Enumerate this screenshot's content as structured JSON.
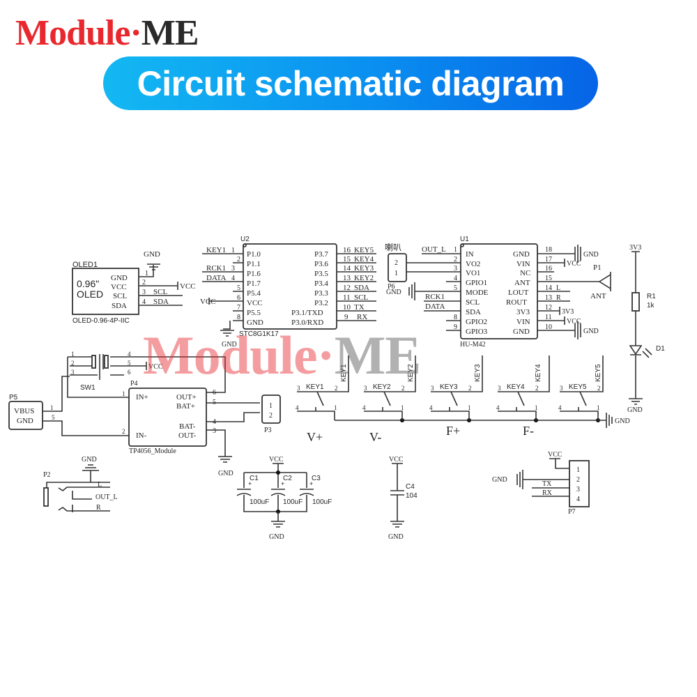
{
  "header": {
    "brand_part1": "Module",
    "brand_dot": "·",
    "brand_part2": "ME",
    "banner_title": "Circuit schematic diagram",
    "colors": {
      "brand_red": "#e8282e",
      "brand_dark": "#2a2a2a",
      "banner_start": "#13b8f2",
      "banner_end": "#0664e6"
    }
  },
  "watermark": {
    "part1": "Module",
    "dot": "·",
    "part2": "ME"
  },
  "oled": {
    "ref": "OLED1",
    "line1": "0.96\"",
    "line2": "OLED",
    "footprint": "OLED-0.96-4P-IIC",
    "pins": [
      "GND",
      "VCC",
      "SCL",
      "SDA"
    ],
    "pin_numbers": [
      "1",
      "2",
      "3",
      "4"
    ],
    "nets": {
      "gnd": "GND",
      "vcc": "VCC",
      "scl": "SCL",
      "sda": "SDA"
    }
  },
  "u2": {
    "ref": "U2",
    "part": "STC8G1K17",
    "gnd_label": "GND",
    "left_pins": [
      {
        "num": "1",
        "name": "P1.0",
        "net": "KEY1"
      },
      {
        "num": "2",
        "name": "P1.1",
        "net": ""
      },
      {
        "num": "3",
        "name": "P1.6",
        "net": "RCK1"
      },
      {
        "num": "4",
        "name": "P1.7",
        "net": "DATA"
      },
      {
        "num": "5",
        "name": "P5.4",
        "net": ""
      },
      {
        "num": "6",
        "name": "VCC",
        "net": "VCC"
      },
      {
        "num": "7",
        "name": "P5.5",
        "net": ""
      },
      {
        "num": "8",
        "name": "GND",
        "net": ""
      }
    ],
    "right_pins": [
      {
        "num": "16",
        "name": "P3.7",
        "net": "KEY5"
      },
      {
        "num": "15",
        "name": "P3.6",
        "net": "KEY4"
      },
      {
        "num": "14",
        "name": "P3.5",
        "net": "KEY3"
      },
      {
        "num": "13",
        "name": "P3.4",
        "net": "KEY2"
      },
      {
        "num": "12",
        "name": "P3.3",
        "net": "SDA"
      },
      {
        "num": "11",
        "name": "P3.2",
        "net": "SCL"
      },
      {
        "num": "10",
        "name": "P3.1/TXD",
        "net": "TX"
      },
      {
        "num": "9",
        "name": "P3.0/RXD",
        "net": "RX"
      }
    ]
  },
  "u1": {
    "ref": "U1",
    "part": "HU-M42",
    "left_pins": [
      {
        "num": "1",
        "name": "IN",
        "net": "OUT_L"
      },
      {
        "num": "2",
        "name": "VO2",
        "net": ""
      },
      {
        "num": "3",
        "name": "VO1",
        "net": ""
      },
      {
        "num": "4",
        "name": "GPIO1",
        "net": ""
      },
      {
        "num": "5",
        "name": "MODE",
        "net": "GND"
      },
      {
        "num": "6",
        "name": "SCL",
        "net": "RCK1"
      },
      {
        "num": "7",
        "name": "SDA",
        "net": "DATA"
      },
      {
        "num": "8",
        "name": "GPIO2",
        "net": ""
      },
      {
        "num": "9",
        "name": "GPIO3",
        "net": ""
      }
    ],
    "right_pins": [
      {
        "num": "18",
        "name": "GND",
        "net": "GND"
      },
      {
        "num": "17",
        "name": "VIN",
        "net": "VCC"
      },
      {
        "num": "16",
        "name": "NC",
        "net": ""
      },
      {
        "num": "15",
        "name": "ANT",
        "net": ""
      },
      {
        "num": "14",
        "name": "LOUT",
        "net": "L"
      },
      {
        "num": "13",
        "name": "ROUT",
        "net": "R"
      },
      {
        "num": "12",
        "name": "3V3",
        "net": "3V3"
      },
      {
        "num": "11",
        "name": "VIN",
        "net": "VCC"
      },
      {
        "num": "10",
        "name": "GND",
        "net": "GND"
      }
    ]
  },
  "speaker": {
    "label": "喇叭",
    "ref": "P6",
    "pins": [
      "2",
      "1"
    ],
    "gnd": "GND"
  },
  "antenna": {
    "ref": "P1",
    "label": "ANT"
  },
  "led_branch": {
    "supply": "3V3",
    "resistor_ref": "R1",
    "resistor_value": "1k",
    "diode_ref": "D1",
    "gnd": "GND"
  },
  "power": {
    "sw_ref": "SW1",
    "sw_pins": [
      "1",
      "2",
      "3",
      "4",
      "5",
      "6"
    ],
    "sw_vcc": "VCC",
    "usb_ref": "P5",
    "usb_pins": [
      "VBUS",
      "GND"
    ],
    "usb_pin_numbers": [
      "1",
      "5"
    ],
    "charger_ref": "P4",
    "charger_part": "TP4056_Module",
    "charger_left": [
      {
        "num": "1",
        "name": "IN+"
      },
      {
        "num": "2",
        "name": "IN-"
      }
    ],
    "charger_right": [
      {
        "num": "6",
        "name": "OUT+"
      },
      {
        "num": "5",
        "name": "BAT+"
      },
      {
        "num": "4",
        "name": "BAT-"
      },
      {
        "num": "3",
        "name": "OUT-"
      }
    ],
    "battery_ref": "P3",
    "battery_pins": [
      "1",
      "2"
    ],
    "gnd": "GND"
  },
  "keys": {
    "items": [
      {
        "ref": "KEY1",
        "net": "KEY1",
        "function": "V+"
      },
      {
        "ref": "KEY2",
        "net": "KEY2",
        "function": "V-"
      },
      {
        "ref": "KEY3",
        "net": "KEY3",
        "function": "F+"
      },
      {
        "ref": "KEY4",
        "net": "KEY4",
        "function": "F-"
      },
      {
        "ref": "KEY5",
        "net": "KEY5",
        "function": ""
      }
    ],
    "pin_numbers": [
      "3",
      "2",
      "4",
      "1"
    ],
    "gnd": "GND"
  },
  "jack": {
    "ref": "P2",
    "gnd": "GND",
    "l": "L",
    "out": "OUT_L",
    "r": "R"
  },
  "caps": {
    "vcc": "VCC",
    "gnd": "GND",
    "items": [
      {
        "ref": "C1",
        "value": "100uF"
      },
      {
        "ref": "C2",
        "value": "100uF"
      },
      {
        "ref": "C3",
        "value": "100uF"
      }
    ],
    "c4": {
      "ref": "C4",
      "value": "104",
      "vcc": "VCC",
      "gnd": "GND"
    }
  },
  "uart": {
    "ref": "P7",
    "vcc": "VCC",
    "gnd": "GND",
    "tx": "TX",
    "rx": "RX",
    "pins": [
      "1",
      "2",
      "3",
      "4"
    ]
  }
}
